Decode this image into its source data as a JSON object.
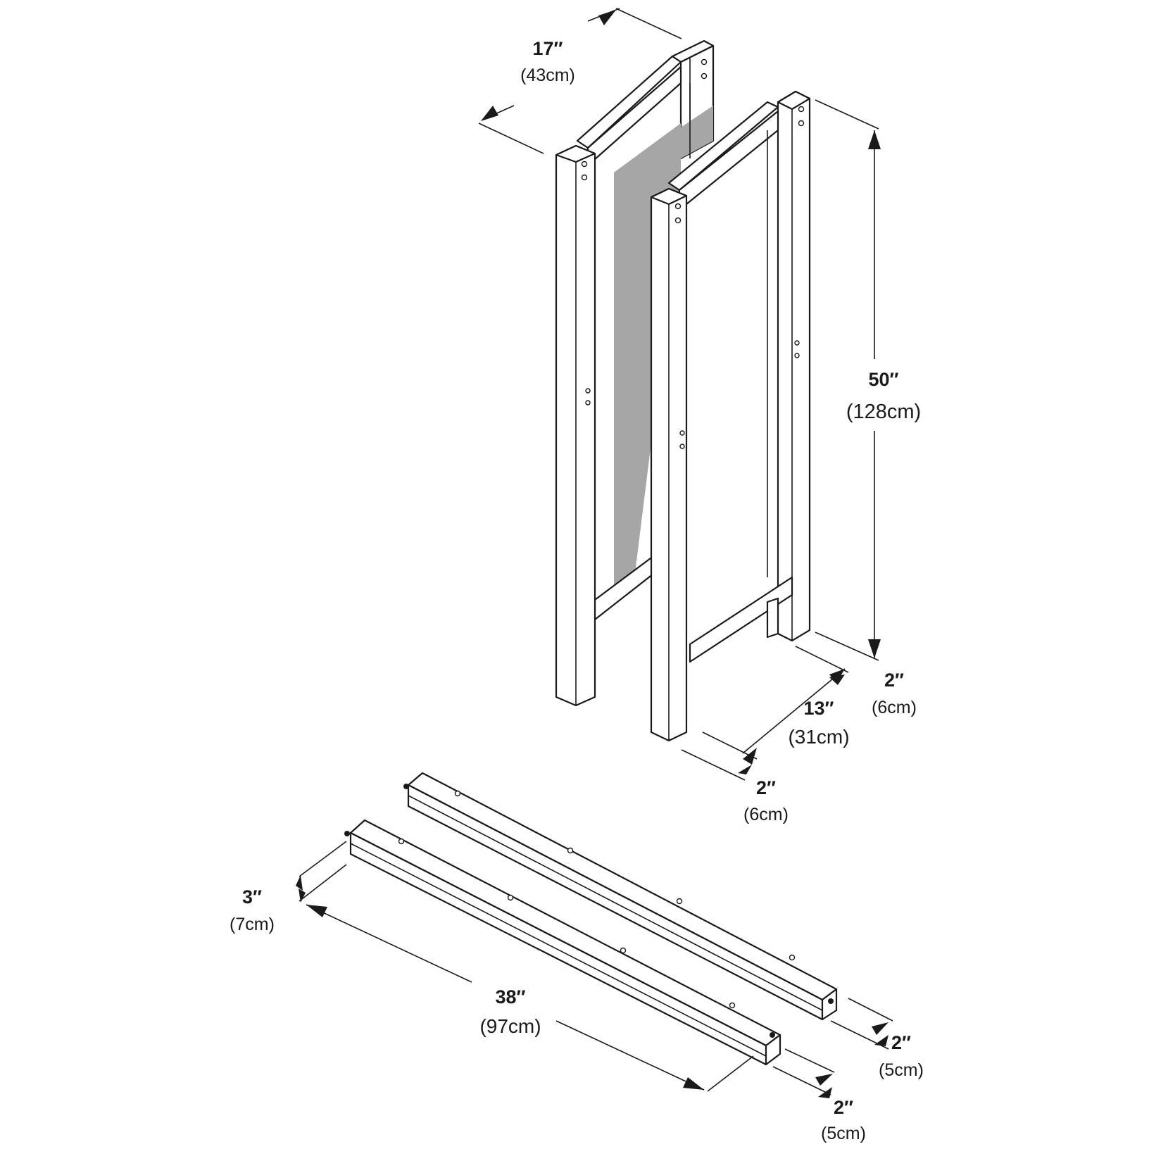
{
  "colors": {
    "line": "#1a1a1a",
    "panel_shade": "#a6a6a6",
    "background": "#ffffff"
  },
  "dimensions": {
    "frame_width": {
      "in": "17″",
      "cm": "(43cm)"
    },
    "frame_height": {
      "in": "50″",
      "cm": "(128cm)"
    },
    "frame_depth": {
      "in": "13″",
      "cm": "(31cm)"
    },
    "post_right": {
      "in": "2″",
      "cm": "(6cm)"
    },
    "post_front": {
      "in": "2″",
      "cm": "(6cm)"
    },
    "rail_height": {
      "in": "3″",
      "cm": "(7cm)"
    },
    "rail_length": {
      "in": "38″",
      "cm": "(97cm)"
    },
    "rail_back_thickness": {
      "in": "2″",
      "cm": "(5cm)"
    },
    "rail_front_thickness": {
      "in": "2″",
      "cm": "(5cm)"
    }
  }
}
